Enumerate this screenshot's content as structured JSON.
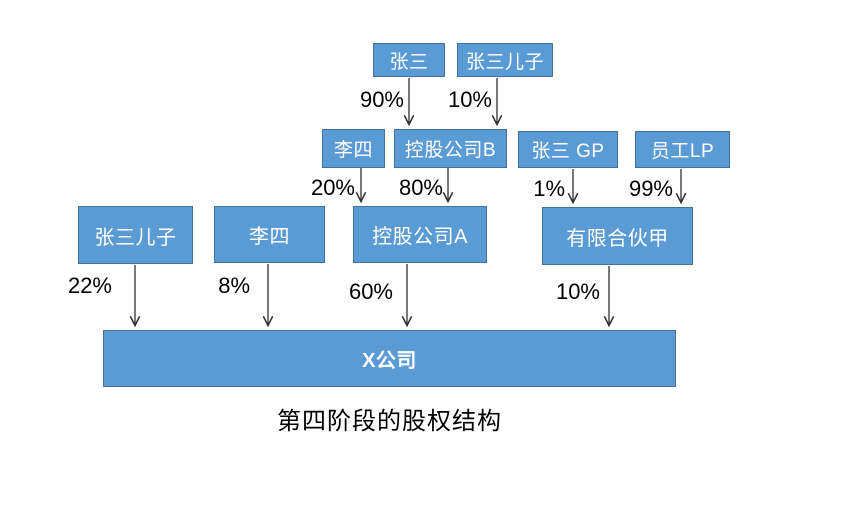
{
  "caption": "第四阶段的股权结构",
  "colors": {
    "box_fill": "#5b9bd5",
    "box_border": "#41719c",
    "box_text": "#ffffff",
    "arrow": "#303030",
    "label_text": "#000000",
    "background": "#ffffff"
  },
  "nodes": [
    {
      "id": "zhangsan-top",
      "label": "张三"
    },
    {
      "id": "zhangsan-son-top",
      "label": "张三儿子"
    },
    {
      "id": "lisi-mid",
      "label": "李四"
    },
    {
      "id": "holding-company-b",
      "label": "控股公司B"
    },
    {
      "id": "zhangsan-gp",
      "label": "张三 GP"
    },
    {
      "id": "employee-lp",
      "label": "员工LP"
    },
    {
      "id": "zhangsan-son",
      "label": "张三儿子"
    },
    {
      "id": "lisi",
      "label": "李四"
    },
    {
      "id": "holding-company-a",
      "label": "控股公司A"
    },
    {
      "id": "limited-partnership-jia",
      "label": "有限合伙甲"
    },
    {
      "id": "x-company",
      "label": "X公司"
    }
  ],
  "edges": [
    {
      "from": "张三",
      "to": "控股公司B",
      "label": "90%"
    },
    {
      "from": "张三儿子",
      "to": "控股公司B",
      "label": "10%"
    },
    {
      "from": "李四",
      "to": "控股公司A",
      "label": "20%"
    },
    {
      "from": "控股公司B",
      "to": "控股公司A",
      "label": "80%"
    },
    {
      "from": "张三 GP",
      "to": "有限合伙甲",
      "label": "1%"
    },
    {
      "from": "员工LP",
      "to": "有限合伙甲",
      "label": "99%"
    },
    {
      "from": "张三儿子",
      "to": "X公司",
      "label": "22%"
    },
    {
      "from": "李四",
      "to": "X公司",
      "label": "8%"
    },
    {
      "from": "控股公司A",
      "to": "X公司",
      "label": "60%"
    },
    {
      "from": "有限合伙甲",
      "to": "X公司",
      "label": "10%"
    }
  ]
}
